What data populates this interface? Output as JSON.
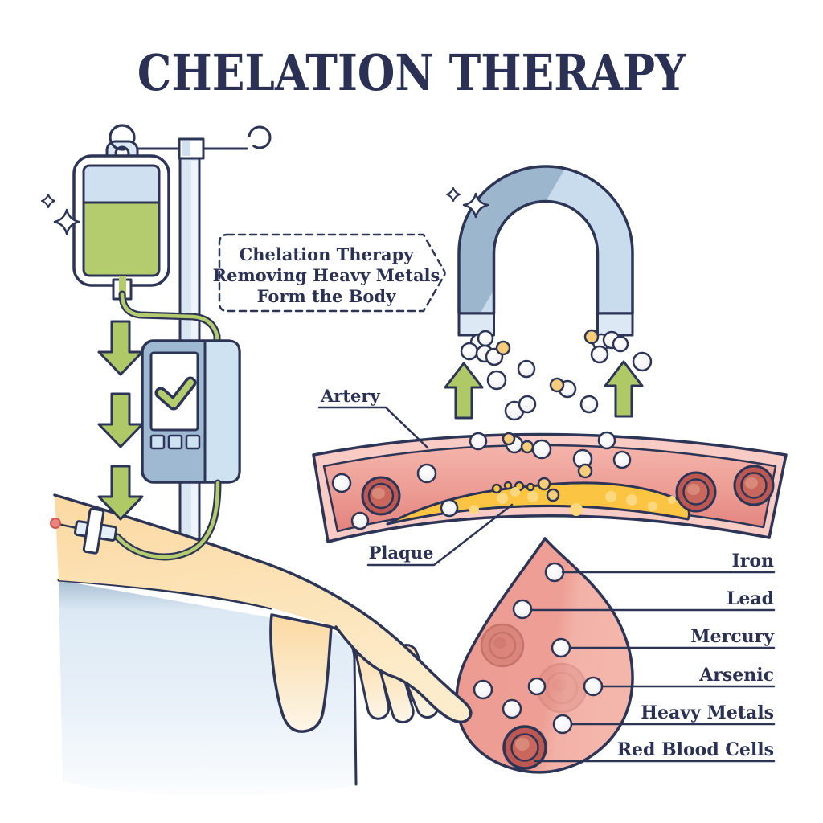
{
  "title": "CHELATION THERAPY",
  "callout": {
    "line1": "Chelation Therapy",
    "line2": "Removing Heavy Metals",
    "line3": "Form the Body"
  },
  "artery_diagram": {
    "artery_label": "Artery",
    "plaque_label": "Plaque"
  },
  "blood_drop_labels": {
    "iron": "Iron",
    "lead": "Lead",
    "mercury": "Mercury",
    "arsenic": "Arsenic",
    "heavy_metals": "Heavy Metals",
    "red_blood_cells": "Red Blood Cells"
  },
  "icons": {
    "iv_bag": "iv-drip-bag-icon",
    "iv_pole": "iv-pole-icon",
    "infusion_pump": "infusion-pump-icon",
    "checkmark": "checkmark-icon",
    "down_arrow": "down-arrow-icon",
    "up_arrow": "up-arrow-icon",
    "sparkle": "sparkle-icon",
    "magnet": "horseshoe-magnet-icon",
    "blood_drop": "blood-drop-icon",
    "catheter": "iv-catheter-icon"
  },
  "colors": {
    "outline_navy": "#2d3557",
    "text_navy": "#2b3154",
    "green": "#afc966",
    "light_blue": "#cfe0f0",
    "steel_blue": "#9fb9d3",
    "magnet_blue": "#c9dcee",
    "magnet_shade": "#9cb6ce",
    "artery_wall_pink": "#f8cbc4",
    "lumen_salmon": "#ec9c93",
    "lumen_dark": "#e2837e",
    "plaque_yellow": "#fbc443",
    "plaque_dot_yellow": "#fdd87e",
    "rbc_red": "#c2605a",
    "skin": "#fbdca4",
    "surface_blue": "#dce9f4",
    "particle_yellow": "#f7cd7c",
    "needle_tip_red": "#ec837d"
  }
}
